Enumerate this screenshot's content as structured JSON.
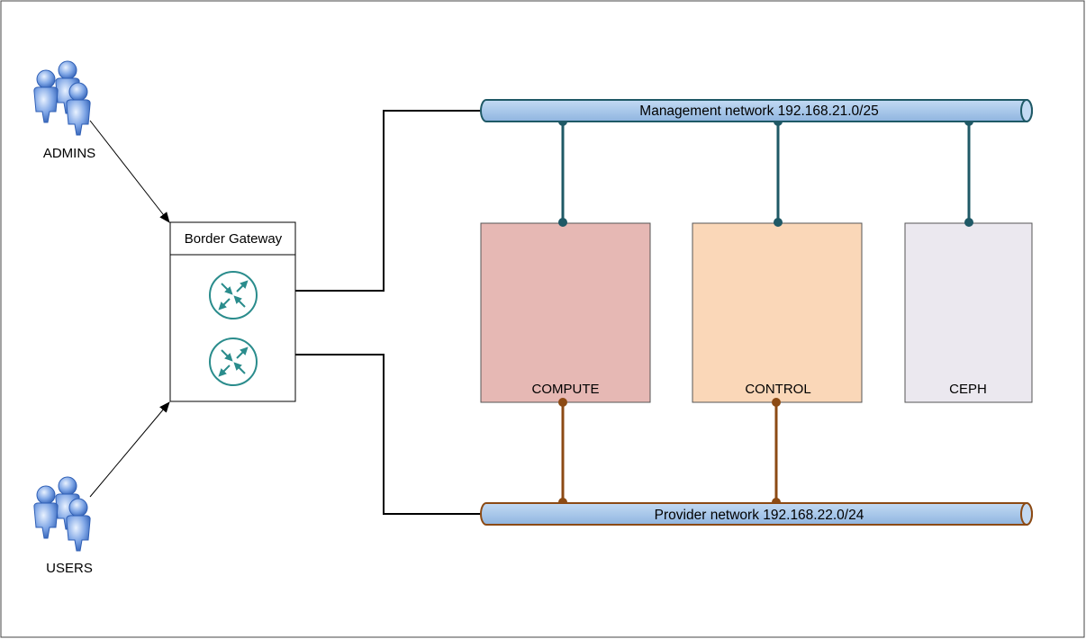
{
  "actors": {
    "admins": {
      "label": "ADMINS",
      "icon": "users-group-icon"
    },
    "users": {
      "label": "USERS",
      "icon": "users-group-icon"
    }
  },
  "gateway": {
    "title": "Border Gateway",
    "routers": [
      "router-icon",
      "router-icon"
    ]
  },
  "networks": {
    "management": {
      "label": "Management network 192.168.21.0/25",
      "link_color": "#1f5966"
    },
    "provider": {
      "label": "Provider network 192.168.22.0/24",
      "link_color": "#8c4a14"
    }
  },
  "nodes": {
    "compute": {
      "label": "COMPUTE",
      "color": "#e6b8b4"
    },
    "control": {
      "label": "CONTROL",
      "color": "#fad7b8"
    },
    "ceph": {
      "label": "CEPH",
      "color": "#ebe8ef"
    }
  },
  "colors": {
    "pipe_fill": "#a9c8ea",
    "router_teal": "#2a8c8c"
  }
}
